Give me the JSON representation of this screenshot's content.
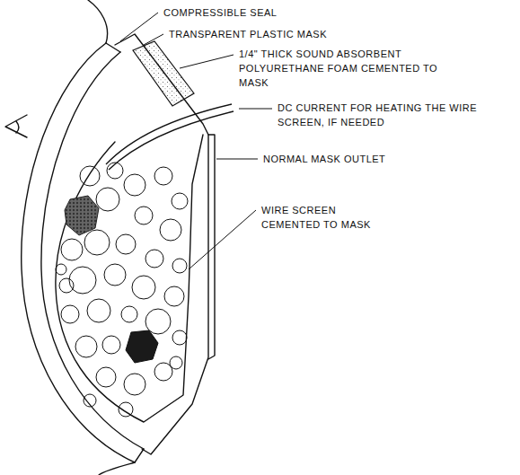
{
  "diagram": {
    "labels": [
      "COMPRESSIBLE SEAL",
      "TRANSPARENT PLASTIC MASK",
      "1/4\" THICK SOUND ABSORBENT POLYURETHANE FOAM CEMENTED TO MASK",
      "DC CURRENT FOR HEATING THE WIRE SCREEN, IF NEEDED",
      "NORMAL MASK OUTLET",
      "WIRE SCREEN CEMENTED TO MASK"
    ]
  }
}
